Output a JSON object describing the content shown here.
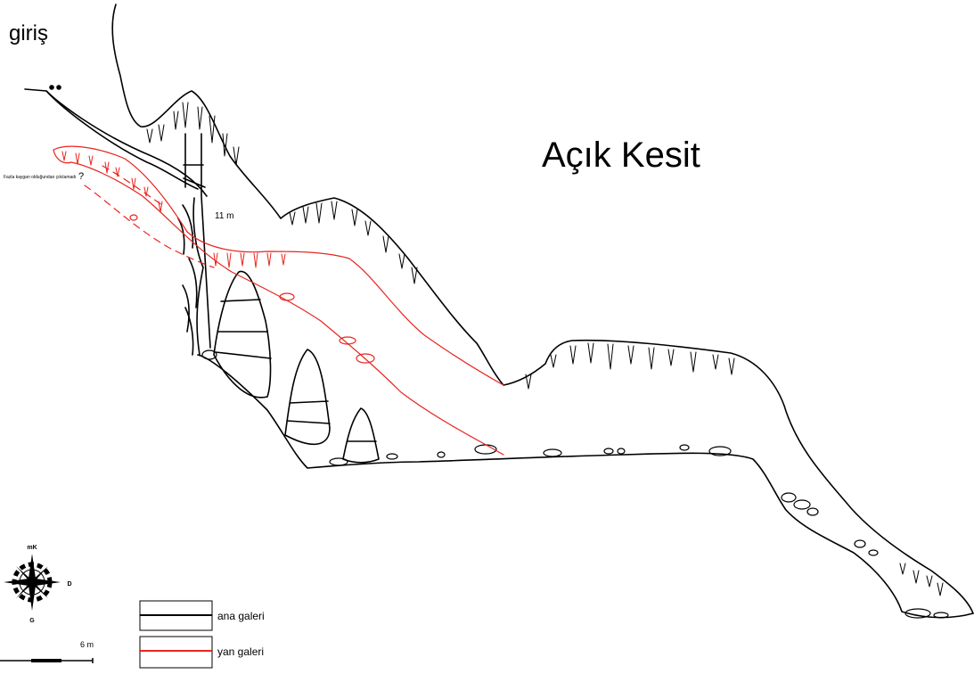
{
  "map": {
    "title": "Açık Kesit",
    "entrance_label": "giriş",
    "depth_label": "11 m",
    "note": "Fazla kaygan olduğundan çıkılamadı",
    "unknown_mark": "?",
    "colors": {
      "main_gallery": "#000000",
      "side_gallery": "#e8251f"
    }
  },
  "legend": {
    "items": [
      {
        "label": "ana galeri",
        "color": "#000000"
      },
      {
        "label": "yan galeri",
        "color": "#e8251f"
      }
    ]
  },
  "compass": {
    "north": "mK",
    "east": "D",
    "south": "G",
    "icon": "compass-rose-icon"
  },
  "scale_bar": {
    "label": "6 m"
  }
}
